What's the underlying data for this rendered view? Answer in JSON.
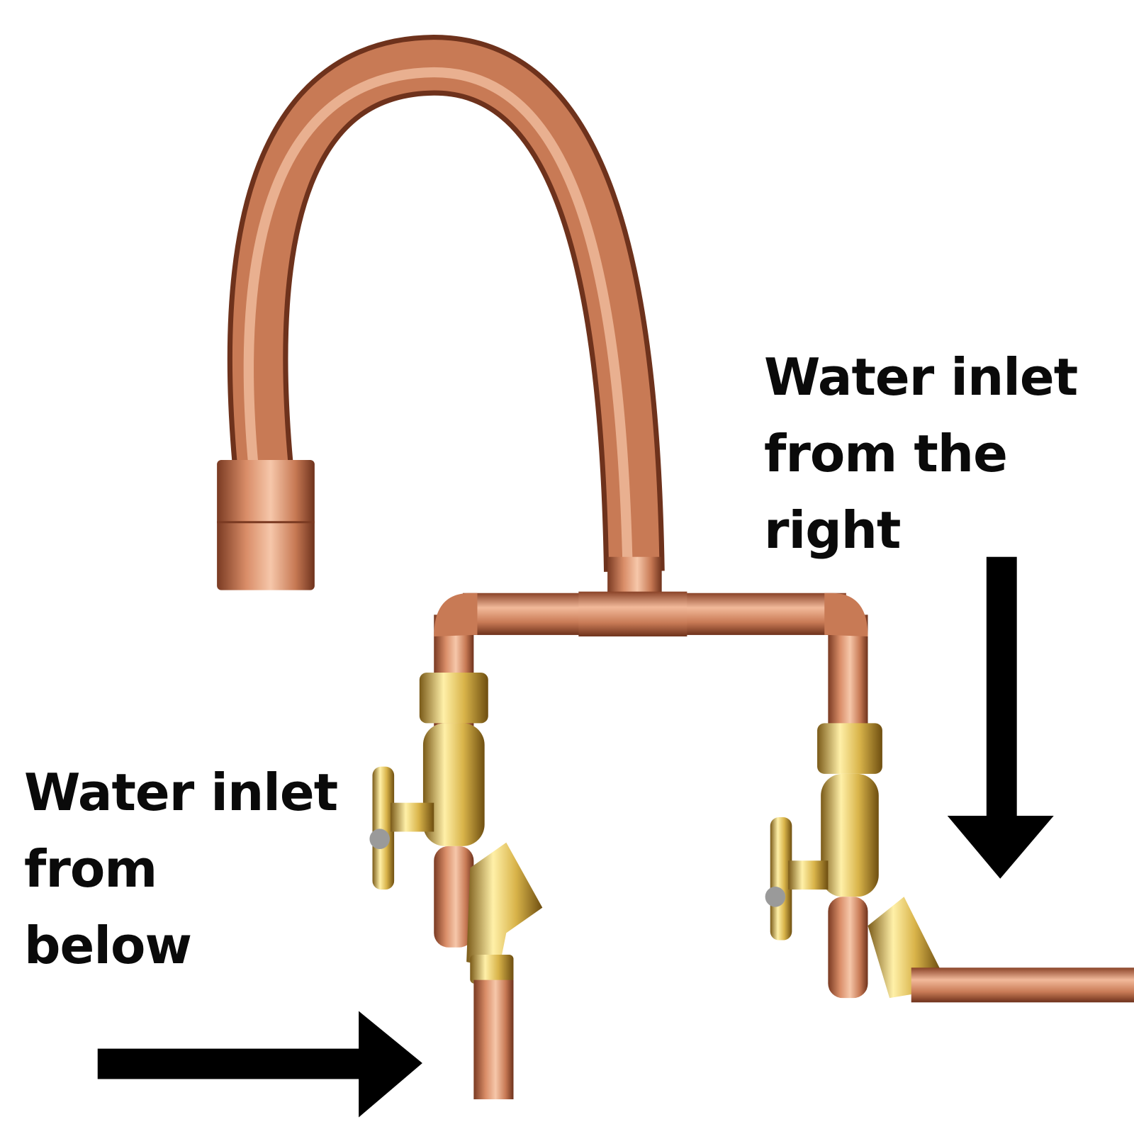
{
  "labels": {
    "right_inlet": [
      "Water inlet",
      "from the",
      "right"
    ],
    "below_inlet": [
      "Water inlet",
      "from",
      "below"
    ]
  },
  "colors": {
    "copper_light": "#f2b99a",
    "copper_mid": "#c87a55",
    "copper_dark": "#7a3a22",
    "brass_light": "#fff0a8",
    "brass_mid": "#d9b44a",
    "brass_dark": "#7a5a18",
    "arrow": "#000000",
    "text": "#0a0a0a"
  },
  "icons": {
    "arrow_right_inlet": "arrow-down",
    "arrow_below_inlet": "arrow-right"
  }
}
